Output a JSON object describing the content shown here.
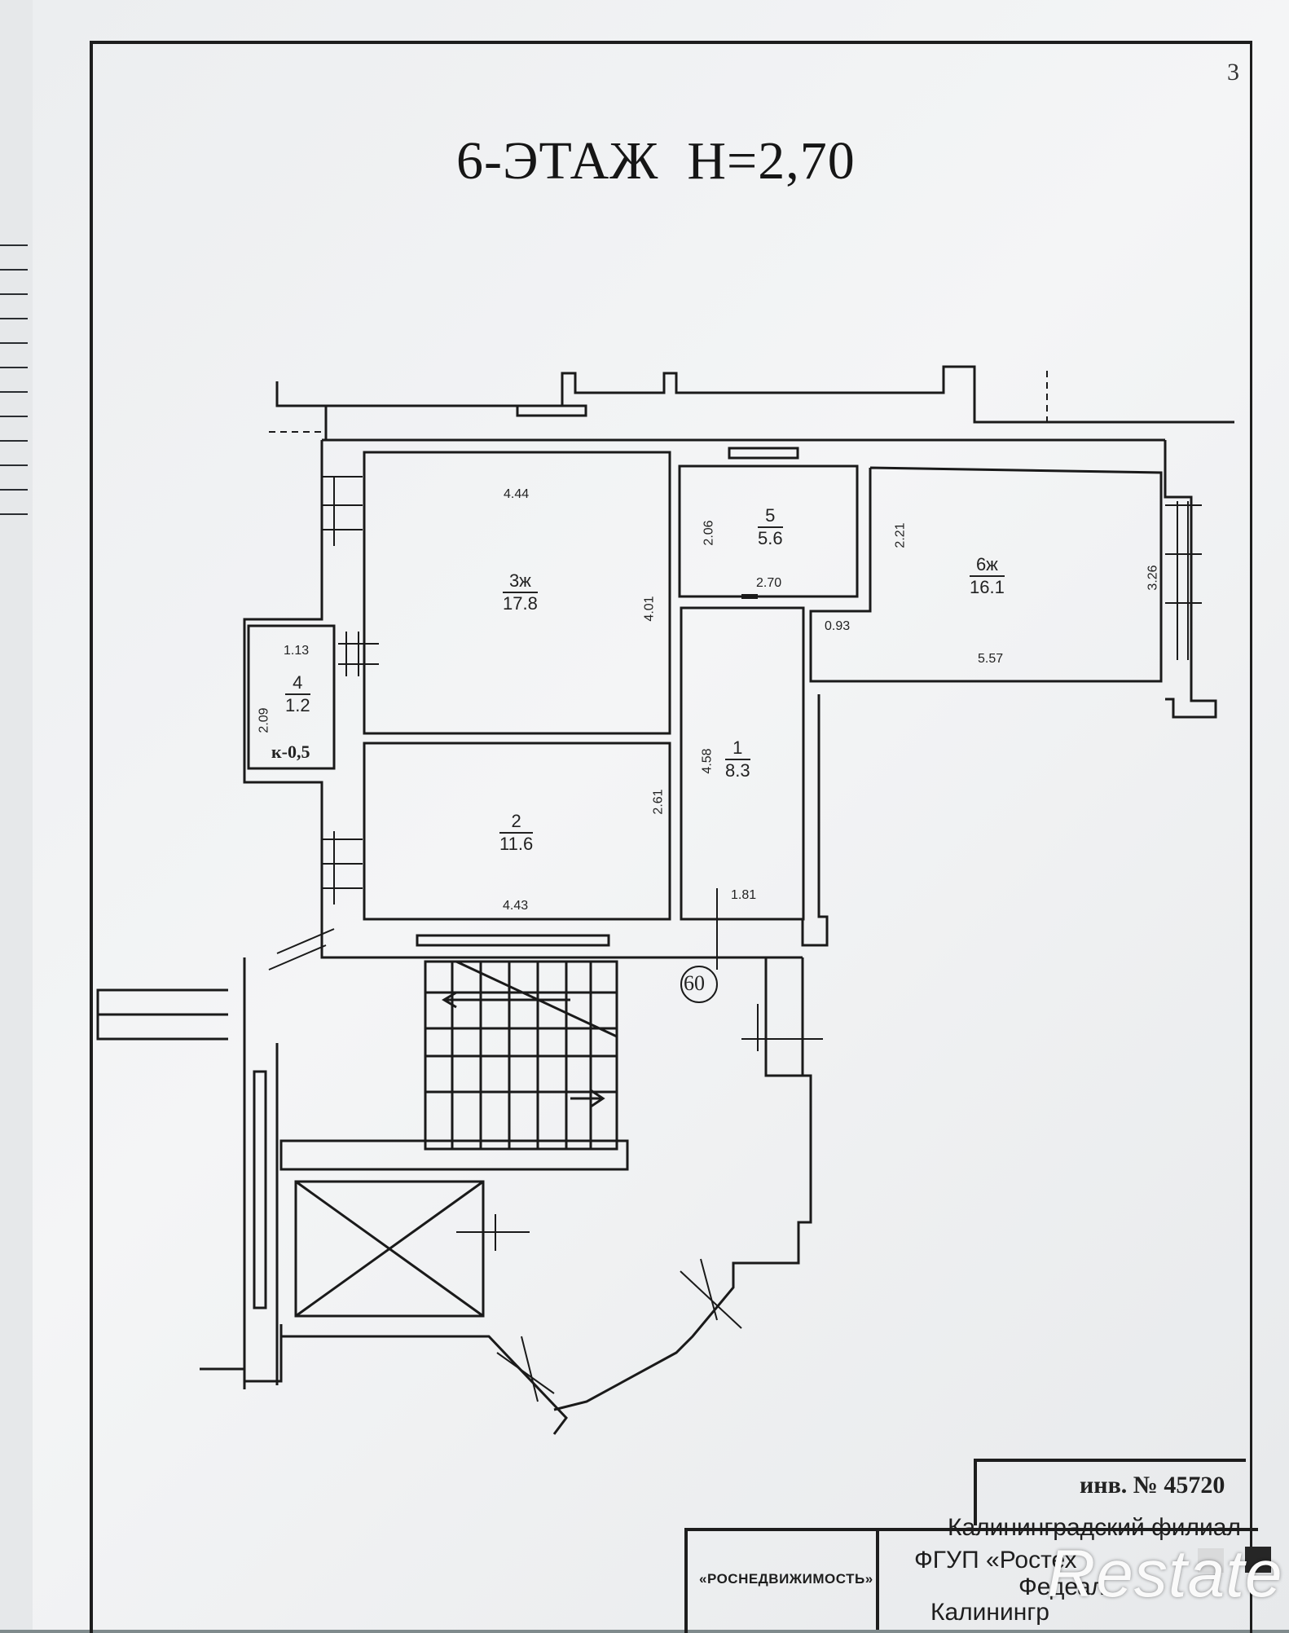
{
  "page_number": "3",
  "title": "6-ЭТАЖ  Н=2,70",
  "rooms": [
    {
      "id": "room-3",
      "label": "3ж",
      "area": "17.8",
      "dims": [
        "4.44",
        "4.01"
      ]
    },
    {
      "id": "room-5",
      "label": "5",
      "area": "5.6",
      "dims": [
        "2.06",
        "2.70"
      ]
    },
    {
      "id": "room-6",
      "label": "6ж",
      "area": "16.1",
      "dims": [
        "2.21",
        "3.26",
        "0.93",
        "5.57"
      ]
    },
    {
      "id": "room-4",
      "label": "4",
      "area": "1.2",
      "dims": [
        "1.13",
        "2.09"
      ],
      "note": "к-0,5"
    },
    {
      "id": "room-1",
      "label": "1",
      "area": "8.3",
      "dims": [
        "4.58",
        "1.81"
      ]
    },
    {
      "id": "room-2",
      "label": "2",
      "area": "11.6",
      "dims": [
        "2.61",
        "4.43"
      ]
    }
  ],
  "apartment_number": "60",
  "inventory": "инв. № 45720",
  "org": {
    "left": "«РОСНЕДВИЖИМОСТЬ»",
    "line1": "Калининградский филиал",
    "line2": "ФГУП «Ростех",
    "line3": "Феде",
    "line3b": "ал",
    "line4": "Калинингр"
  },
  "watermark": "Restate"
}
